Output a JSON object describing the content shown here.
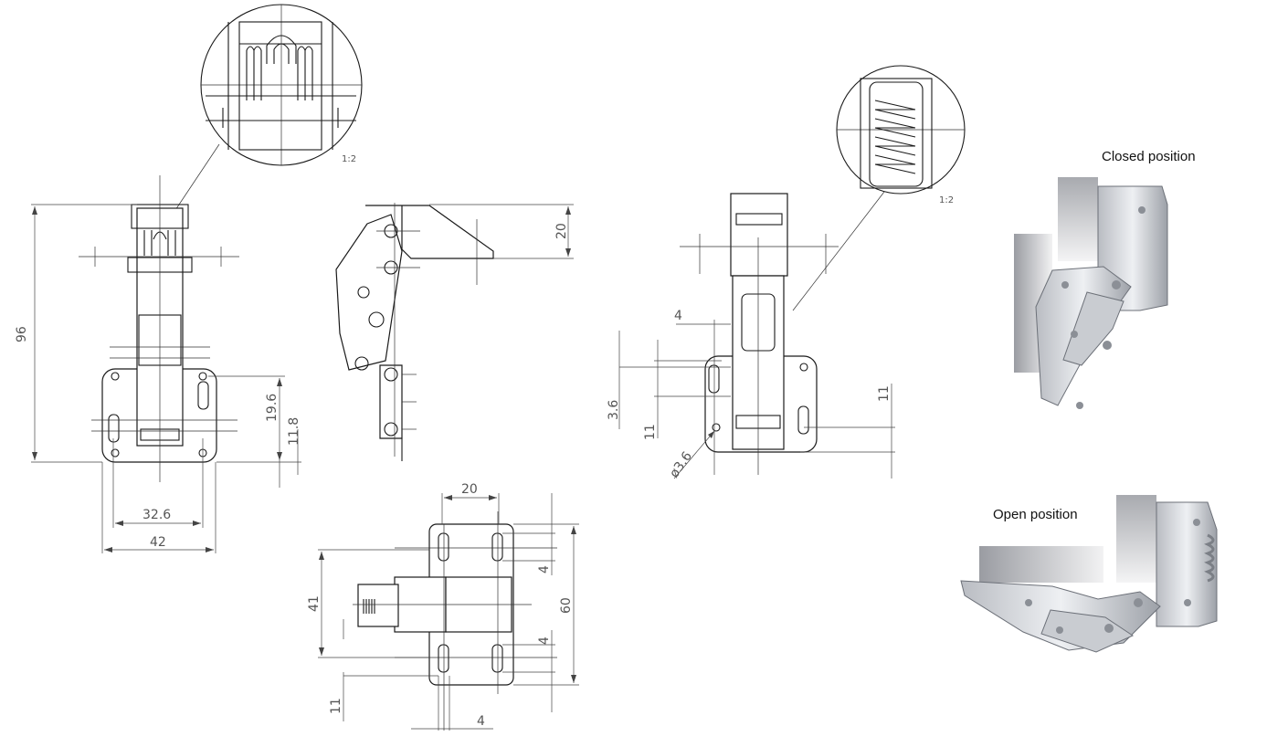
{
  "detail_scales": {
    "front_spring_detail": "1:2",
    "right_spring_detail": "1:2"
  },
  "front_view": {
    "dims": {
      "height": "96",
      "hole_offset_a": "19.6",
      "hole_offset_b": "11.8",
      "inner_width": "32.6",
      "outer_width": "42"
    }
  },
  "side_view": {
    "dims": {
      "top_offset": "20"
    }
  },
  "plate_view": {
    "dims": {
      "slot_spacing": "20",
      "total_height": "60",
      "inner_height": "41",
      "slot_len_top": "4",
      "slot_len_bottom": "4",
      "edge_offset": "11",
      "slot_width": "4"
    }
  },
  "right_view": {
    "dims": {
      "top_gap": "4",
      "left_height": "3.6",
      "left_offset": "11",
      "hole_diameter": "ø3.6",
      "right_offset": "11"
    }
  },
  "photos": {
    "closed_caption": "Closed position",
    "open_caption": "Open position"
  }
}
